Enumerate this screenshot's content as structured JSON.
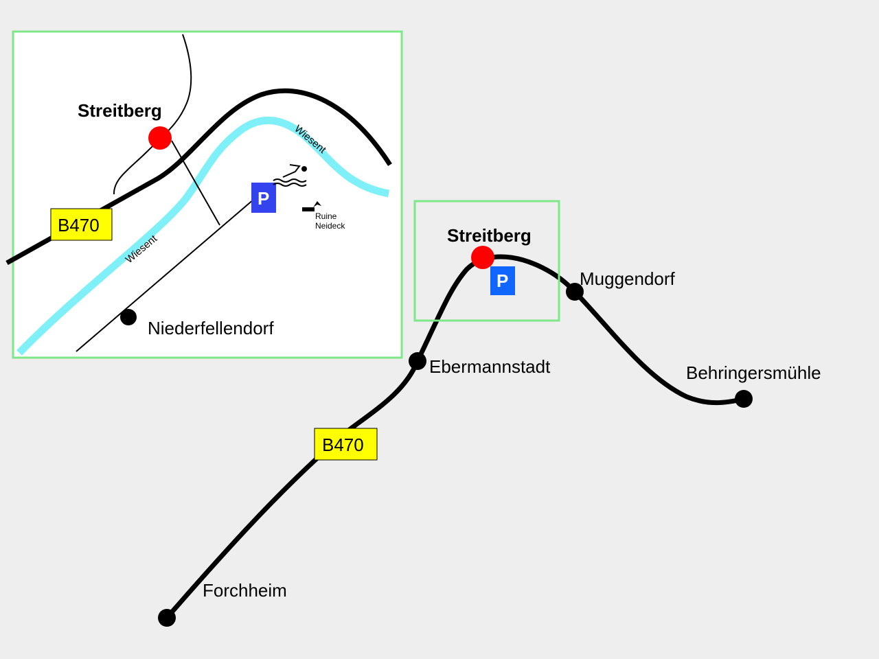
{
  "inset_map": {
    "town_label": "Streitberg",
    "road_label": "B470",
    "river_label_upper": "Wiesent",
    "river_label_lower": "Wiesent",
    "parking_label": "P",
    "poi_label_line1": "Ruine",
    "poi_label_line2": "Neideck",
    "village_label": "Niederfellendorf",
    "swimming_icon": "swimming-icon"
  },
  "overview_map": {
    "main_town_label": "Streitberg",
    "towns": [
      "Muggendorf",
      "Ebermannstadt",
      "Behringersmühle",
      "Forchheim"
    ],
    "road_label": "B470",
    "parking_label": "P"
  },
  "colors": {
    "background": "#eeeeee",
    "frame": "#7ee787",
    "river": "#80f0f8",
    "road": "#000000",
    "destination_marker": "#ff0000",
    "road_badge": "#ffff00",
    "parking_inset": "#3344ee",
    "parking_overview": "#1166ff"
  }
}
